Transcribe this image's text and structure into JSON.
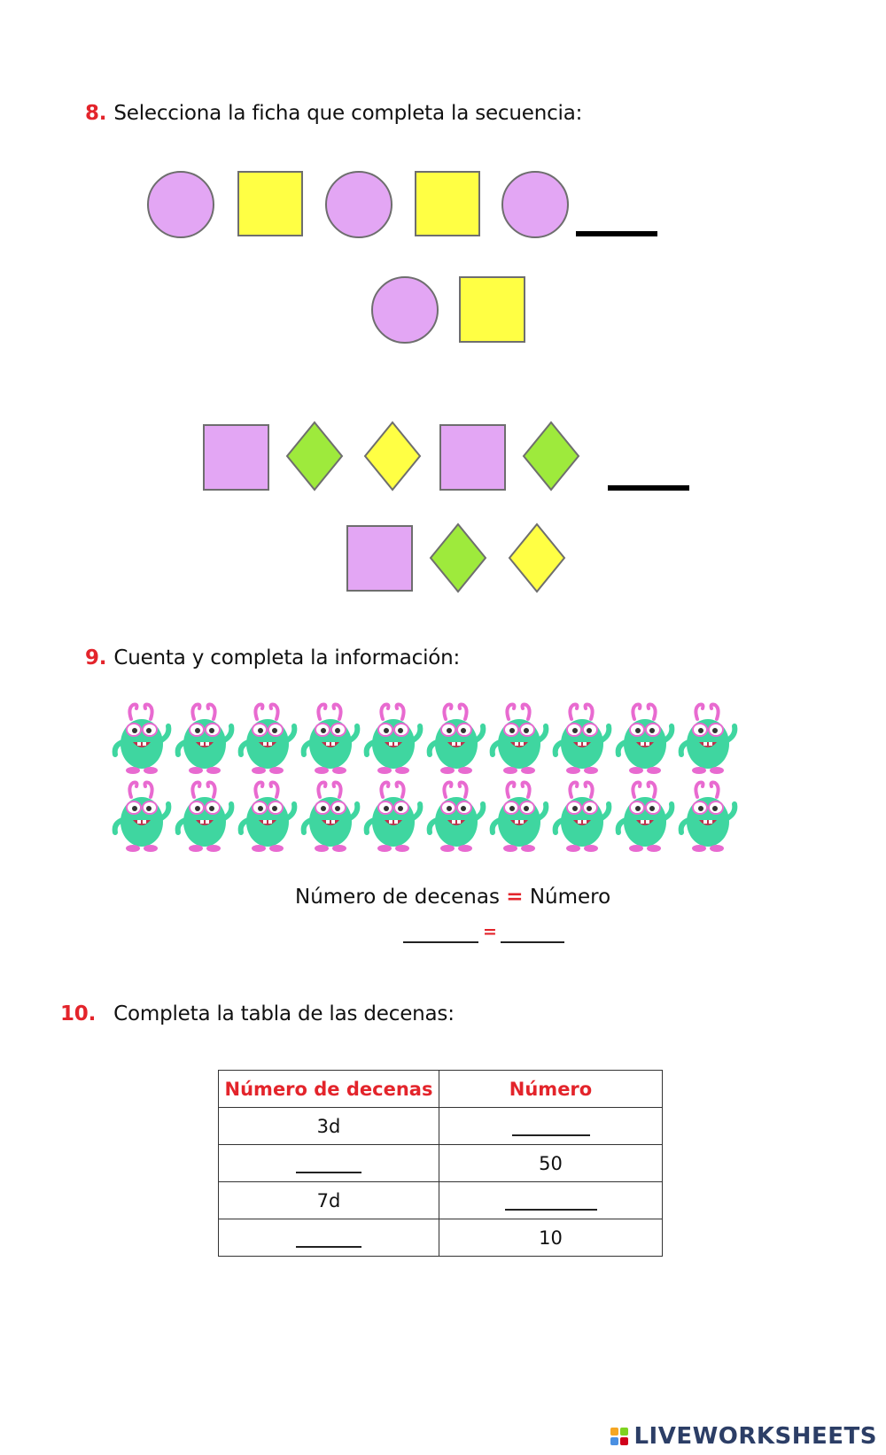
{
  "q8": {
    "number": "8.",
    "title": "Selecciona la ficha que completa la secuencia:"
  },
  "q9": {
    "number": "9.",
    "title": "Cuenta y completa la información:",
    "monster_count": 20,
    "eq_left": "Número de decenas",
    "eq_sign": "=",
    "eq_right": "Número",
    "answer_sign": "="
  },
  "q10": {
    "number": "10.",
    "title": "Completa la tabla de las decenas:",
    "table": {
      "headers": [
        "Número de decenas",
        "Número"
      ],
      "rows": [
        [
          "3d",
          ""
        ],
        [
          "",
          "50"
        ],
        [
          "7d",
          ""
        ],
        [
          "",
          "10"
        ]
      ]
    }
  },
  "colors": {
    "accent": "#e3242b",
    "purple": "#e3a6f4",
    "yellow": "#ffff44",
    "green": "#9eea3c",
    "monster": "#3fd6a0",
    "monster_pink": "#e86ad0"
  },
  "footer": {
    "logo_text": "LIVEWORKSHEETS"
  }
}
